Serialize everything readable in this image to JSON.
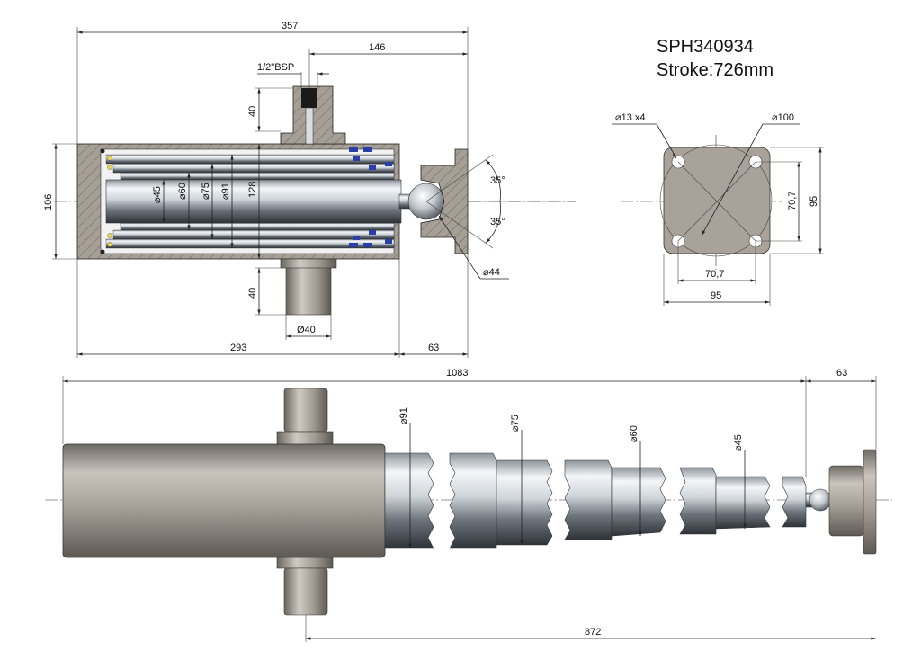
{
  "title": {
    "part_number": "SPH340934",
    "stroke": "Stroke:726mm"
  },
  "section_view": {
    "overall_length": "357",
    "port_offset": "146",
    "port_thread": "1/2\"BSP",
    "port_height": "40",
    "body_diameter": "106",
    "stage_diameters": [
      "⌀45",
      "⌀60",
      "⌀75",
      "⌀91"
    ],
    "barrel_diameter": "128",
    "trunnion_height": "40",
    "trunnion_diameter": "Ø40",
    "body_length": "293",
    "end_length": "63",
    "ball_angle_top": "35°",
    "ball_angle_bottom": "35°",
    "ball_diameter": "⌀44"
  },
  "flange_view": {
    "holes": "⌀13 x4",
    "pcd": "⌀100",
    "hole_spacing_v": "70,7",
    "size_v": "95",
    "hole_spacing_h": "70,7",
    "size_h": "95"
  },
  "extended_view": {
    "total_length": "1083",
    "end_length": "63",
    "stage_diameters": [
      "⌀91",
      "⌀75",
      "⌀60",
      "⌀45"
    ],
    "stroke_length": "872"
  },
  "colors": {
    "steel": "#a8a29a",
    "hatch_fill": "#a59f96",
    "chrome_light": "#e8ecef",
    "chrome_dark": "#4a5058",
    "seal_blue": "#2a3fa8",
    "seal_yellow": "#e8d850"
  }
}
